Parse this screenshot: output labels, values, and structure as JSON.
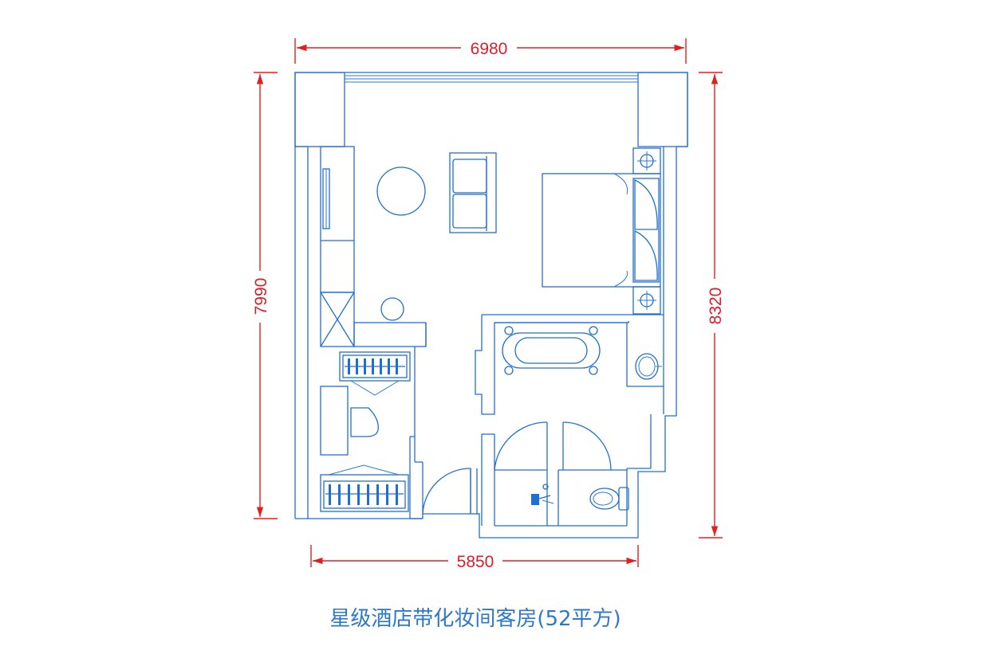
{
  "dimensions": {
    "top_width": "6980",
    "left_height": "7990",
    "right_height": "8320",
    "bottom_width": "5850"
  },
  "caption": "星级酒店带化妆间客房(52平方)",
  "colors": {
    "dimension_line": "#e02020",
    "wall_line": "#1f6fd0",
    "background": "#ffffff"
  }
}
